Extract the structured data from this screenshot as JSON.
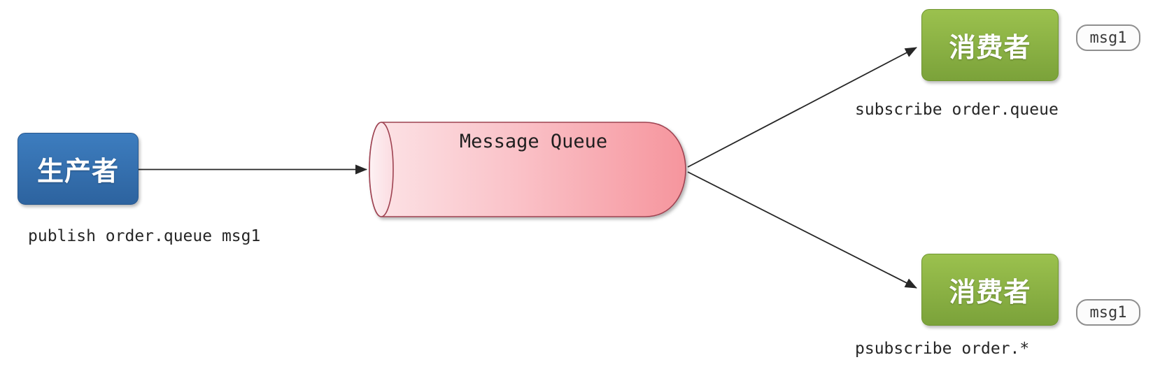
{
  "producer": {
    "label": "生产者",
    "caption": "publish order.queue msg1"
  },
  "queue": {
    "label": "Message Queue"
  },
  "consumers": [
    {
      "label": "消费者",
      "caption": "subscribe order.queue",
      "badge": "msg1"
    },
    {
      "label": "消费者",
      "caption": "psubscribe order.*",
      "badge": "msg1"
    }
  ],
  "colors": {
    "producer_blue_top": "#3d7dbf",
    "producer_blue_bottom": "#2d639f",
    "consumer_green_top": "#9bc14e",
    "consumer_green_bottom": "#7ba23a",
    "queue_pink_light": "#fbdee2",
    "queue_pink_dark": "#f6959d",
    "queue_outline": "#9e4351",
    "arrow_black": "#262626",
    "badge_border_gray": "#8f8f8f"
  }
}
